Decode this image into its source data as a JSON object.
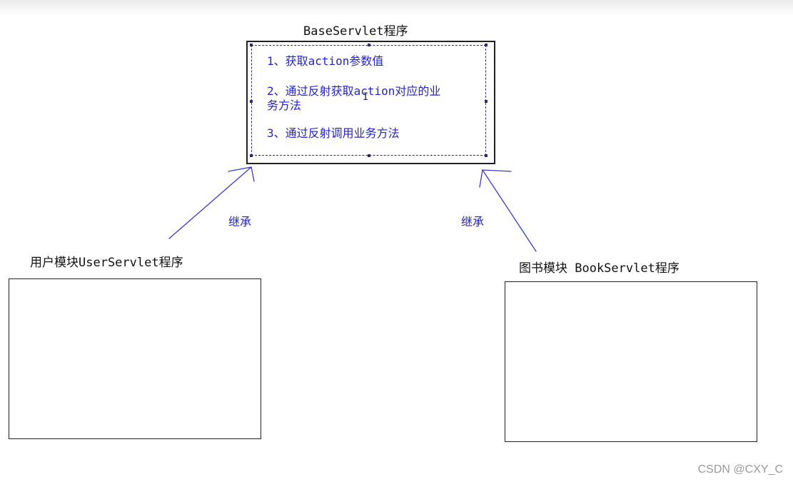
{
  "base": {
    "title": "BaseServlet程序",
    "steps": [
      "1、获取action参数值",
      "2、通过反射获取action对应的业\n务方法",
      "3、通过反射调用业务方法"
    ]
  },
  "user_module": {
    "title": "用户模块UserServlet程序"
  },
  "book_module": {
    "title": "图书模块 BookServlet程序"
  },
  "arrows": {
    "left_label": "继承",
    "right_label": "继承"
  },
  "watermark": "CSDN @CXY_C",
  "colors": {
    "annotation": "#2323c8",
    "box_border": "#222222"
  }
}
